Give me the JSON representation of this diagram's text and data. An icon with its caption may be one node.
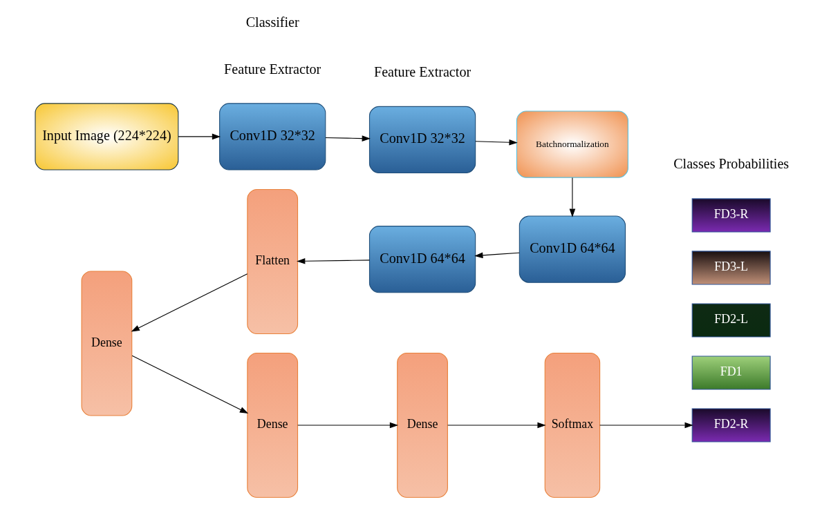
{
  "diagram": {
    "nodes": [
      {
        "text": [
          "Input Image (224*224)"
        ]
      },
      {
        "text": [
          "Conv1D 32*32"
        ]
      },
      {
        "text": [
          "Conv1D 32*32"
        ]
      },
      {
        "text": [
          "Batchnormalization"
        ]
      },
      {
        "text": [
          "Conv1D 64*64"
        ]
      },
      {
        "text": [
          "Conv1D 64*64"
        ]
      },
      {
        "text": [
          "Flatten"
        ]
      },
      {
        "text": [
          "Dense"
        ]
      },
      {
        "text": [
          "Dense"
        ]
      },
      {
        "text": [
          "Dense"
        ]
      },
      {
        "text": [
          "Softmax"
        ]
      },
      {
        "text": [
          "FD1"
        ]
      },
      {
        "text": [
          "FD2-L"
        ]
      },
      {
        "text": [
          "FD2-R"
        ]
      },
      {
        "text": [
          "FD3-L"
        ]
      },
      {
        "text": [
          "FD3-R"
        ]
      }
    ],
    "edges": [
      {
        "from": 0,
        "to": 1,
        "arrow": "to"
      },
      {
        "from": 1,
        "to": 2,
        "arrow": "to"
      },
      {
        "from": 2,
        "to": 3,
        "arrow": "to"
      },
      {
        "from": 3,
        "to": 4,
        "arrow": "to"
      },
      {
        "from": 4,
        "to": 5,
        "arrow": "to"
      },
      {
        "from": 5,
        "to": 6,
        "arrow": "to"
      },
      {
        "from": 6,
        "to": 7,
        "arrow": "to"
      },
      {
        "from": 7,
        "to": 8,
        "arrow": "to"
      },
      {
        "from": 8,
        "to": 9,
        "arrow": "to"
      },
      {
        "from": 9,
        "to": 10,
        "arrow": "to"
      },
      {
        "from": 10,
        "to": 13,
        "arrow": "to"
      }
    ],
    "labels": [
      "Feature Extractor",
      "Feature Extractor",
      "Classes Probabilities",
      "Classifier"
    ]
  }
}
